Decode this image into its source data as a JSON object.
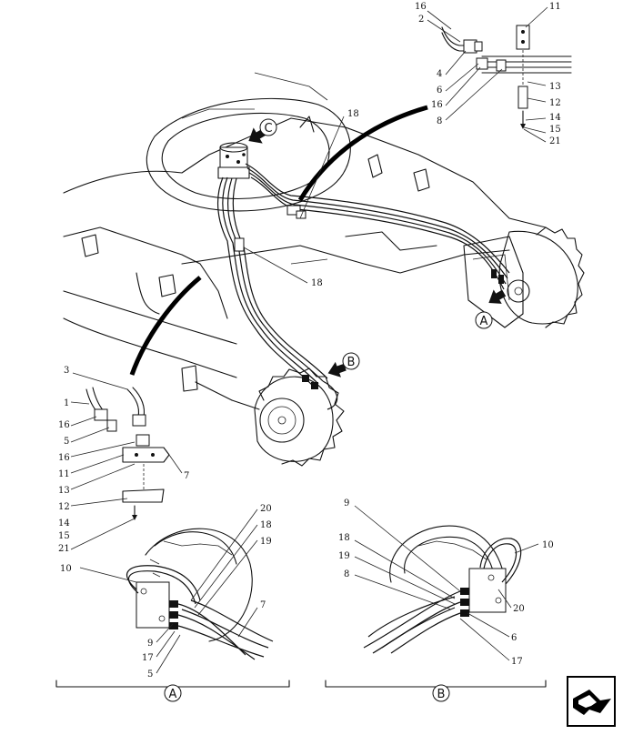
{
  "callouts": {
    "detail_a": "A",
    "detail_b": "B",
    "detail_c": "C"
  },
  "part_numbers": {
    "top_inset": [
      "16",
      "2",
      "4",
      "6",
      "16",
      "8",
      "11",
      "13",
      "12",
      "14",
      "15",
      "21"
    ],
    "main": [
      "18",
      "18"
    ],
    "left_inset": [
      "3",
      "1",
      "16",
      "5",
      "16",
      "11",
      "13",
      "12",
      "14",
      "15",
      "21",
      "7"
    ],
    "detail_a": [
      "10",
      "20",
      "18",
      "19",
      "7",
      "9",
      "17",
      "5"
    ],
    "detail_b": [
      "9",
      "18",
      "19",
      "8",
      "10",
      "20",
      "6",
      "17"
    ]
  },
  "nav_icon": "page-turn-arrow-icon"
}
